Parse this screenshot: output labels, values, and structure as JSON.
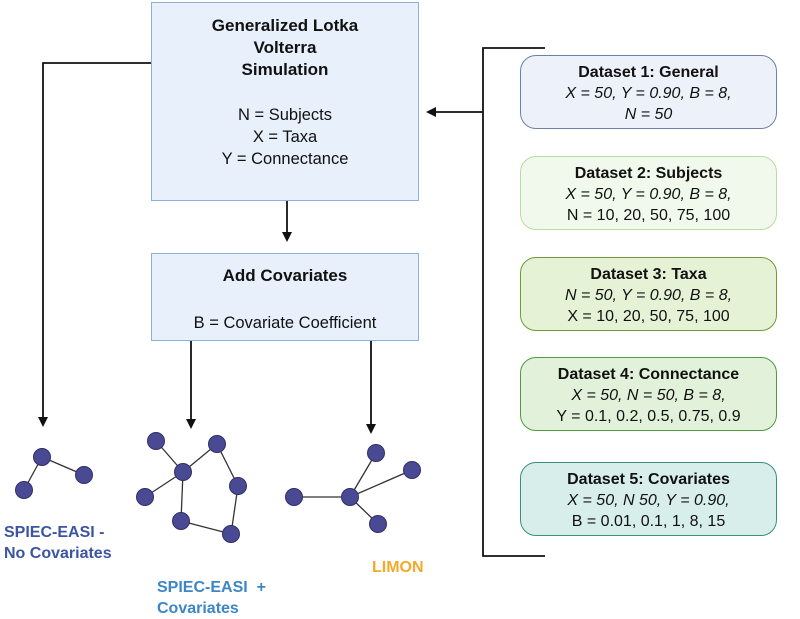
{
  "simulation_box": {
    "title_lines": [
      "Generalized Lotka",
      "Volterra",
      "Simulation"
    ],
    "param_lines": [
      "N = Subjects",
      "X = Taxa",
      "Y = Connectance"
    ]
  },
  "covariates_box": {
    "title": "Add Covariates",
    "param": "B = Covariate Coefficient"
  },
  "datasets": [
    {
      "title": "Dataset 1: General",
      "params": "X = 50, Y = 0.90, B = 8,",
      "values": "N = 50",
      "values_italic": true,
      "fill": "#edf2fa",
      "border": "#6f7fa6"
    },
    {
      "title": "Dataset 2: Subjects",
      "params": "X = 50, Y = 0.90, B = 8,",
      "values": "N = 10, 20, 50, 75, 100",
      "values_italic": false,
      "fill": "#f1f9ec",
      "border": "#b7dca3"
    },
    {
      "title": "Dataset 3: Taxa",
      "params": "N = 50, Y = 0.90, B = 8,",
      "values": "X = 10, 20, 50, 75, 100",
      "values_italic": false,
      "fill": "#e6f2d5",
      "border": "#6e9a37"
    },
    {
      "title": "Dataset 4: Connectance",
      "params": "X = 50, N = 50, B = 8,",
      "values": "Y = 0.1, 0.2, 0.5, 0.75, 0.9",
      "values_italic": false,
      "fill": "#e2f2da",
      "border": "#4f9a3c"
    },
    {
      "title": "Dataset 5: Covariates",
      "params": "X = 50, N 50, Y = 0.90,",
      "values": "B = 0.01, 0.1, 1, 8, 15",
      "values_italic": false,
      "fill": "#d7eeea",
      "border": "#3b8f7a"
    }
  ],
  "network_labels": {
    "no_covariates": [
      "SPIEC-EASI -",
      "No Covariates"
    ],
    "with_covariates": [
      "SPIEC-EASI  +",
      "Covariates"
    ],
    "limon": "LIMON"
  },
  "colors": {
    "node_fill": "#4a4a94",
    "node_stroke": "#2f2f66",
    "box_fill": "#e8f0fb",
    "box_border": "#8fb0d6",
    "label_dark_blue": "#3b55a4",
    "label_mid_blue": "#3d86c6",
    "label_orange": "#f4a92b"
  }
}
